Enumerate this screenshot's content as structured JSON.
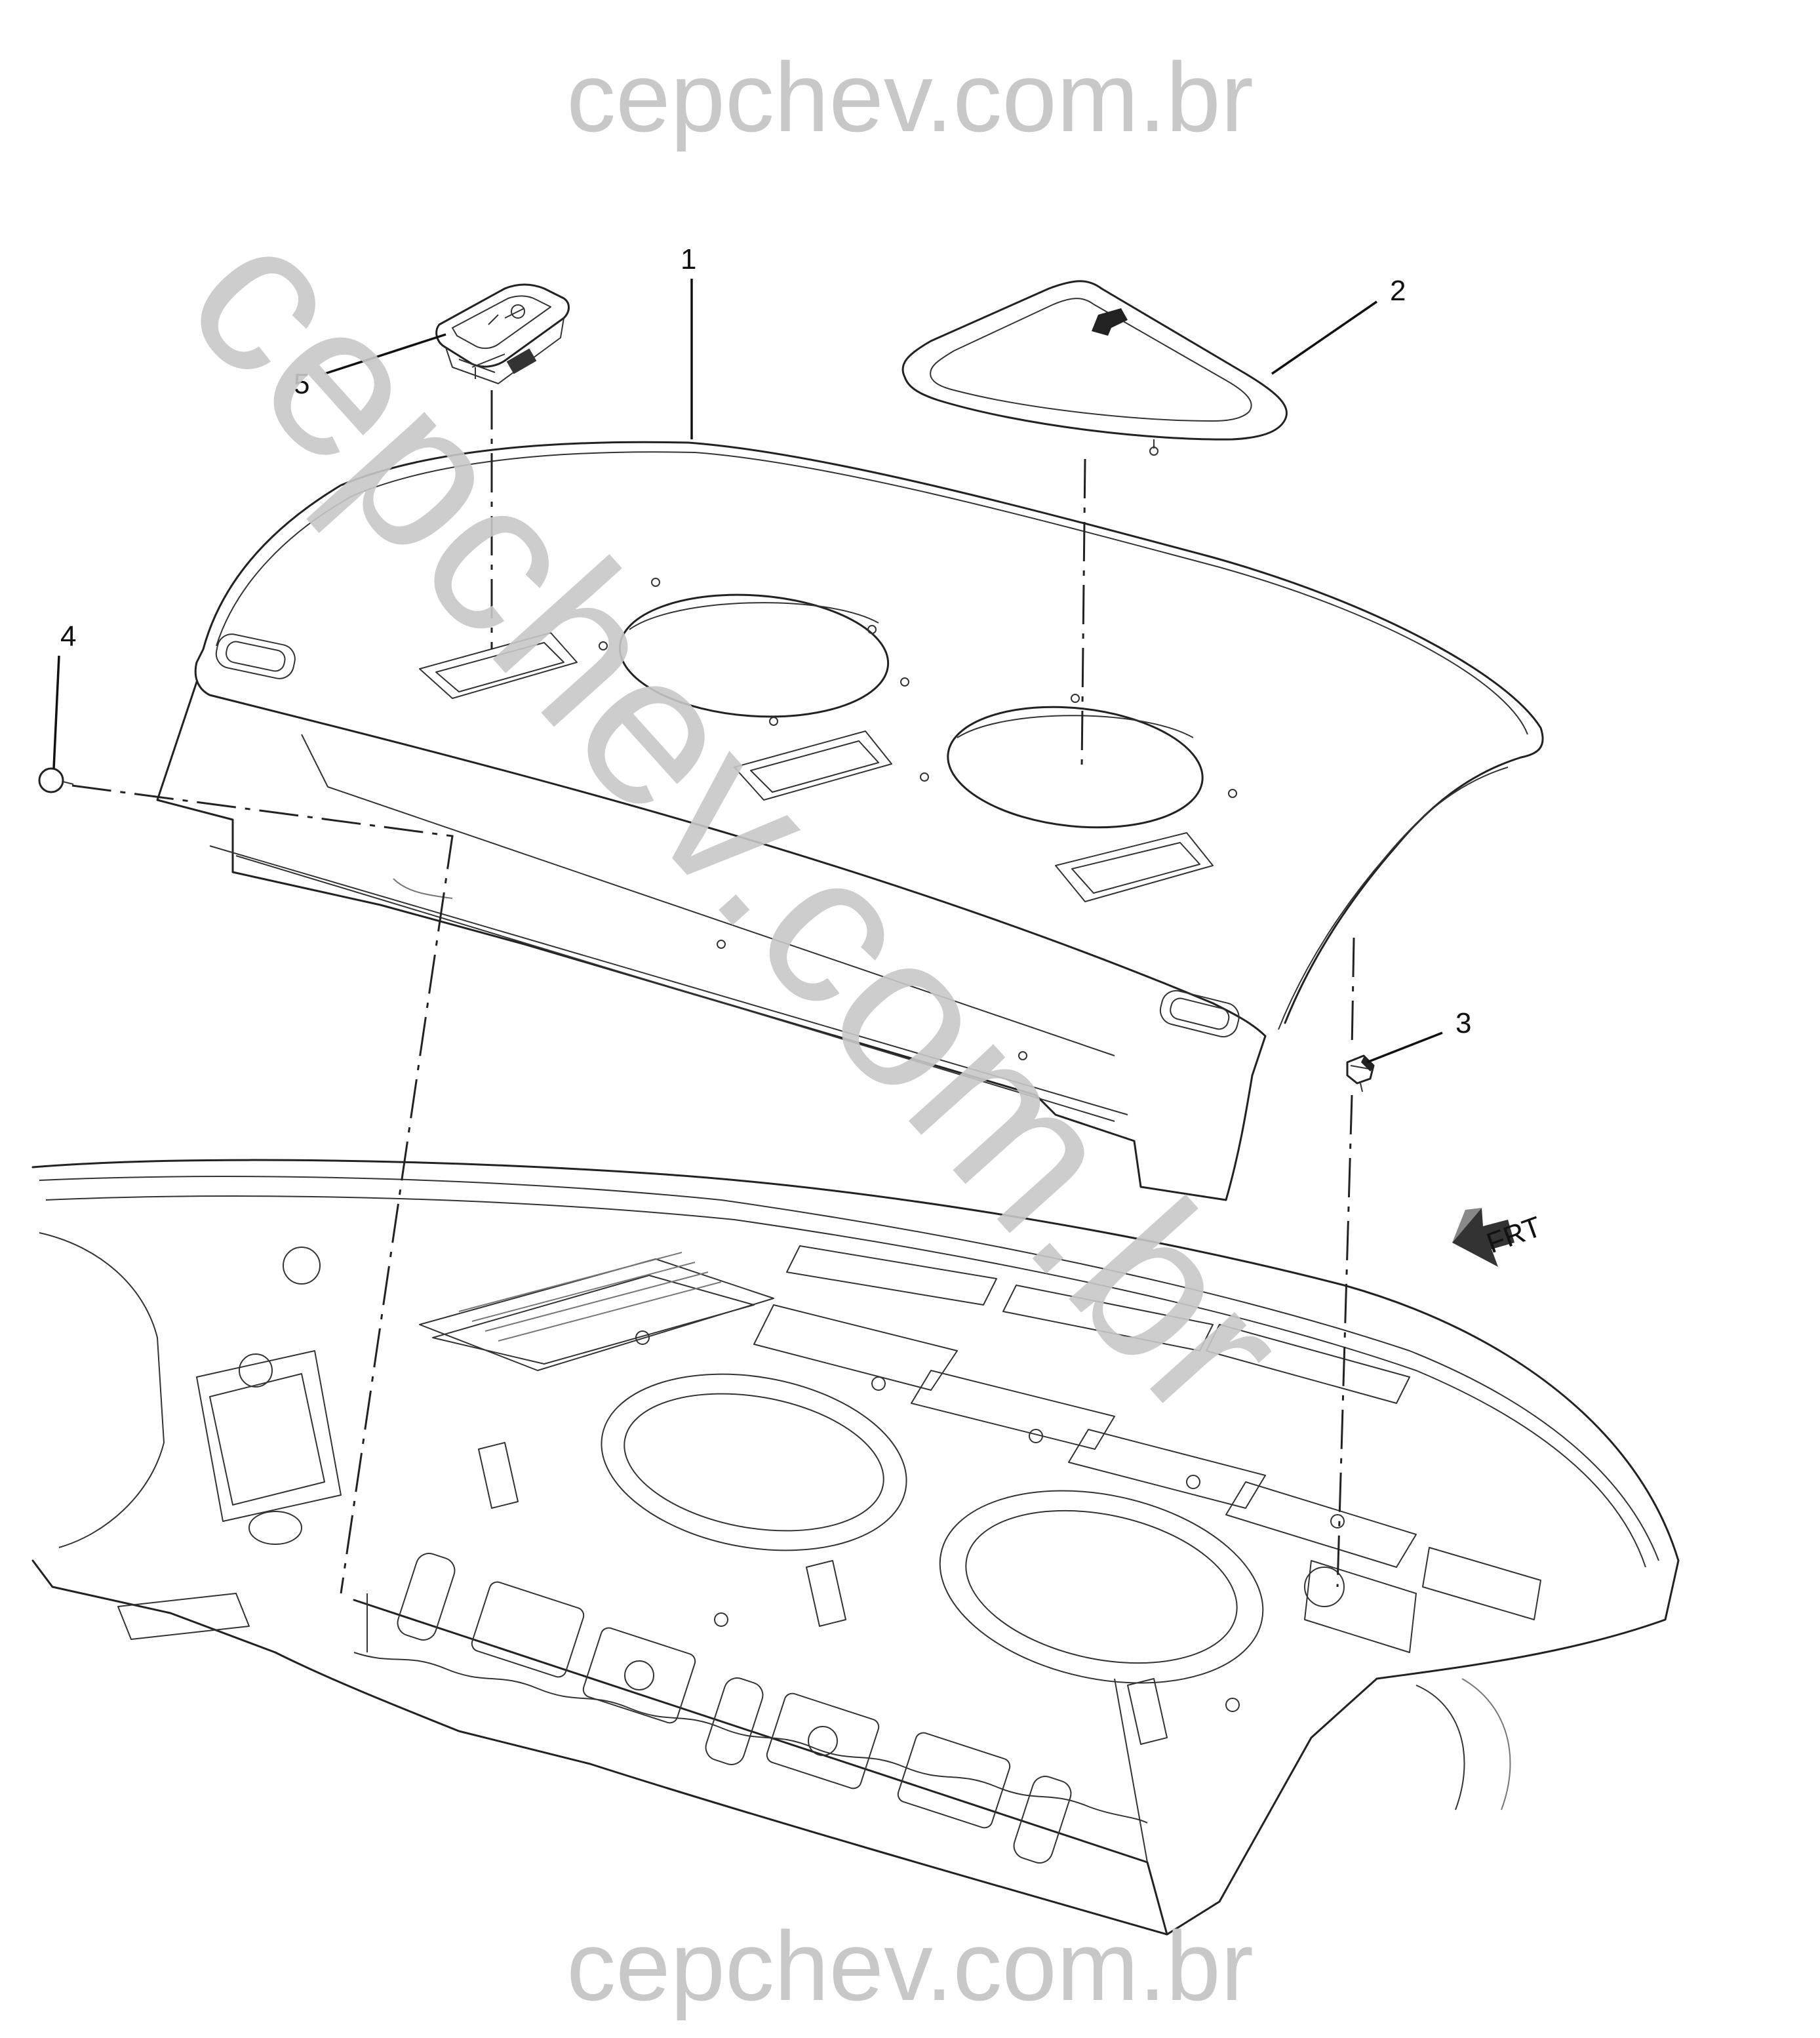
{
  "watermark": {
    "top_text": "cepchev.com.br",
    "bottom_text": "cepchev.com.br",
    "diagonal_text": "cepchev.com.br",
    "color": "#c8c8c8"
  },
  "callouts": [
    {
      "id": "1",
      "label": "1"
    },
    {
      "id": "2",
      "label": "2"
    },
    {
      "id": "3",
      "label": "3"
    },
    {
      "id": "4",
      "label": "4"
    },
    {
      "id": "5",
      "label": "5"
    }
  ],
  "direction_indicator": {
    "label": "FRT",
    "icon": "front-arrow-icon"
  }
}
